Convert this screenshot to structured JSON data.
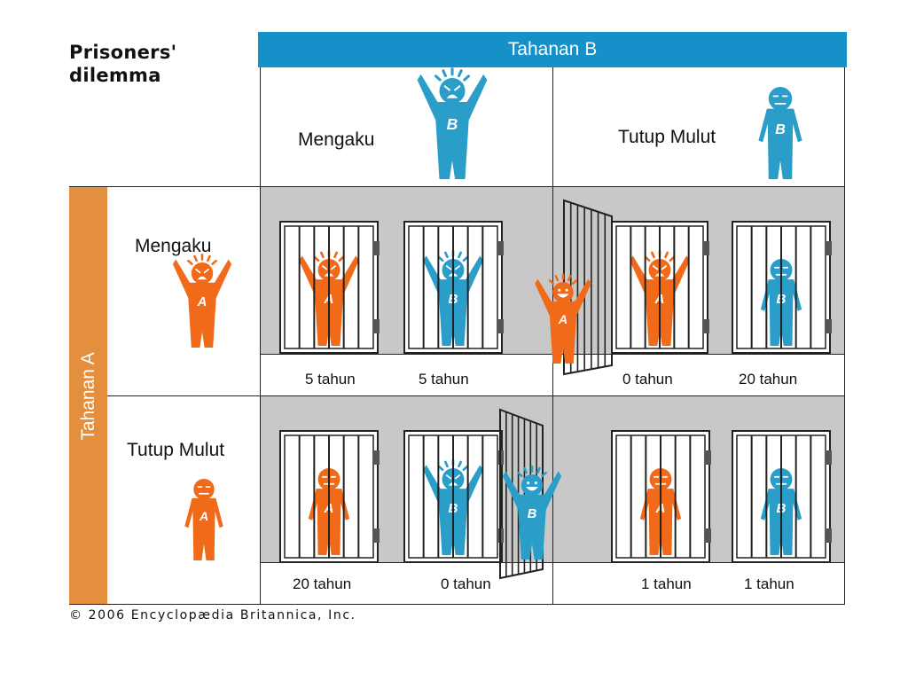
{
  "title": "Prisoners' dilemma",
  "prisoner_b_header": "Tahanan B",
  "prisoner_a_header": "Tahanan A",
  "choices_b": [
    "Mengaku",
    "Tutup Mulut"
  ],
  "choices_a": [
    "Mengaku",
    "Tutup Mulut"
  ],
  "figure_letters": {
    "a": "A",
    "b": "B"
  },
  "outcomes": [
    {
      "a": "5  tahun",
      "b": "5  tahun"
    },
    {
      "a": "0  tahun",
      "b": "20  tahun"
    },
    {
      "a": "20  tahun",
      "b": "0  tahun"
    },
    {
      "a": "1 tahun",
      "b": "1  tahun"
    }
  ],
  "colors": {
    "blue": "#1590c8",
    "orange": "#e48f3d",
    "figure_orange": "#f06a1a",
    "figure_blue": "#2a9dc9",
    "cell_gray": "#c8c8c8"
  },
  "copyright": "© 2006 Encyclopædia Britannica, Inc."
}
